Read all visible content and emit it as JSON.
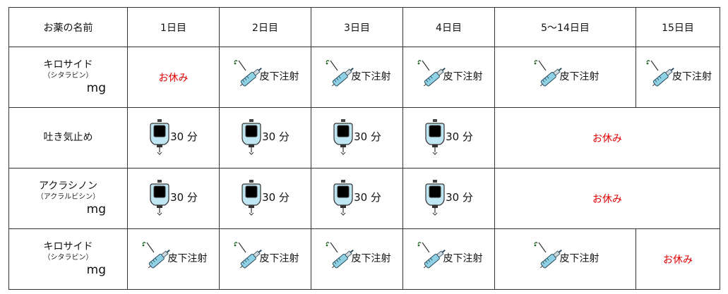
{
  "header": {
    "name_col": "お薬の名前",
    "days": [
      "1日目",
      "2日目",
      "3日目",
      "4日目",
      "5～14日目",
      "15日目"
    ]
  },
  "rows": [
    {
      "name": "キロサイド",
      "sub": "（シタラビン）",
      "unit": "mg",
      "cells": {
        "d1": "お休み",
        "d2": "皮下注射",
        "d3": "皮下注射",
        "d4": "皮下注射",
        "d5_14": "皮下注射",
        "d15": "皮下注射"
      }
    },
    {
      "name": "吐き気止め",
      "cells": {
        "d1": "30 分",
        "d2": "30 分",
        "d3": "30 分",
        "d4": "30 分",
        "d5_15": "お休み"
      }
    },
    {
      "name": "アクラシノン",
      "sub": "（アクラルビシン）",
      "unit": "mg",
      "cells": {
        "d1": "30 分",
        "d2": "30 分",
        "d3": "30 分",
        "d4": "30 分",
        "d5_15": "お休み"
      }
    },
    {
      "name": "キロサイド",
      "sub": "（シタラビン）",
      "unit": "mg",
      "cells": {
        "d1": "皮下注射",
        "d2": "皮下注射",
        "d3": "皮下注射",
        "d4": "皮下注射",
        "d5_14": "皮下注射",
        "d15": "お休み"
      }
    }
  ],
  "colors": {
    "rest_text": "#e00000",
    "antiemetic_bag": "#f08a1e",
    "aclarubicin_bag": "#d23a2a",
    "syringe": "#8fd2e6"
  }
}
